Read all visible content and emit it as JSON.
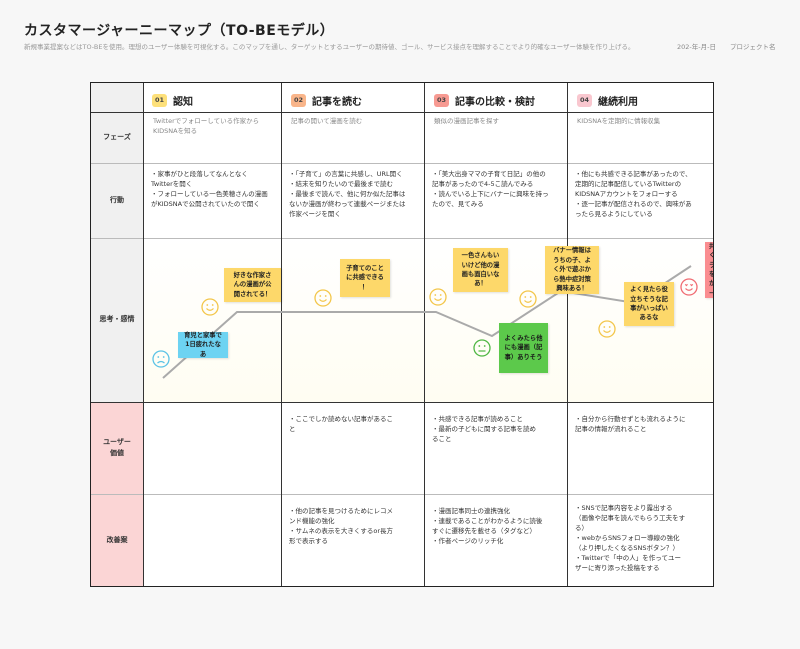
{
  "header": {
    "title": "カスタマージャーニーマップ（TO-BEモデル）",
    "subtitle": "新規事業提案などはTO-BEを使用。理想のユーザー体験を可視化する。このマップを通し、ターゲットとするユーザーの期待値、ゴール、サービス接点を理解することでより的確なユーザー体験を作り上げる。",
    "date": "202-年-月-日",
    "project": "プロジェクト名"
  },
  "phases": [
    {
      "num": "01",
      "name": "認知",
      "color": "#fde07a"
    },
    {
      "num": "02",
      "name": "記事を読む",
      "color": "#f9b58a"
    },
    {
      "num": "03",
      "name": "記事の比較・検討",
      "color": "#f79a92"
    },
    {
      "num": "04",
      "name": "継続利用",
      "color": "#f9c7cf"
    }
  ],
  "row_labels": {
    "phase": "フェーズ",
    "action": "行動",
    "emotion": "思考・感情",
    "value": "ユーザー\n価値",
    "improve": "改善案"
  },
  "phase_desc": [
    [
      "Twitterでフォローしている作家から",
      "KIDSNAを知る"
    ],
    [
      "記事の開いて漫画を読む"
    ],
    [
      "類似の漫画記事を探す"
    ],
    [
      "KIDSNAを定期的に情報収集"
    ]
  ],
  "actions": [
    [
      "・家事がひと段落してなんとなく",
      "Twitterを開く",
      "・フォローしている一色美穂さんの漫画",
      "がKIDSNAで公開されていたので開く"
    ],
    [
      "・「子育て」の言葉に共感し、URL開く",
      "・結末を知りたいので最後まで読む",
      "・最後まで読んで、他に何か似た記事は",
      "ないか漫画が終わって連載ページまたは",
      "作家ページを開く"
    ],
    [
      "・「美大出身ママの子育て日記」の他の",
      "記事があったので4-5こ読んでみる",
      "・読んでいる上下にバナーに興味を持っ",
      "たので、見てみる"
    ],
    [
      "・他にも共感できる記事があったので、",
      "定期的に記事配信しているTwitterの",
      "KIDSNAアカウントをフォローする",
      "・逐一記事が配信されるので、興味があ",
      "ったら見るようにしている"
    ]
  ],
  "emotions": [
    {
      "text": "育児と家事で\n1日疲れたなあ",
      "color": "blue"
    },
    {
      "text": "好きな作家さ\nんの漫画が公\n開されてる！",
      "color": "yellow"
    },
    {
      "text": "子育てのこと\nに共感できる\n！",
      "color": "yellow"
    },
    {
      "text": "一色さんもい\nいけど他の漫\n画も面白いな\nあ！",
      "color": "yellow"
    },
    {
      "text": "よくみたら他\nにも漫画（記\n事）ありそう",
      "color": "green"
    },
    {
      "text": "バナー情報は\nうちの子、よ\nく外で遊ぶか\nら熱中症対策\n興味ある！",
      "color": "yellow"
    },
    {
      "text": "よく見たら役\n立ちそうな記\n事がいっぱい\nあるな",
      "color": "yellow"
    },
    {
      "text": "共感できる記事がた\nくさんある！タイム\nラインで就業に情報\nを得ることができる\nからTwitterフォロ\nーしよう！",
      "color": "pink"
    }
  ],
  "values": [
    [],
    [
      "・ここでしか読めない記事があるこ",
      "と"
    ],
    [
      "・共感できる記事が読めること",
      "・最新の子どもに関する記事を読め",
      "ること"
    ],
    [
      "・自分から行動せずとも流れるように",
      "記事の情報が流れること"
    ]
  ],
  "improvements": [
    [],
    [
      "・他の記事を見つけるためにレコメ",
      "ンド機能の強化",
      "・サムネの表示を大きくするor長方",
      "形で表示する"
    ],
    [
      "・漫画記事同士の連携強化",
      "・連載であることがわかるように読後",
      "すぐに遷移先を載せる（タグなど）",
      "・作者ページのリッチ化"
    ],
    [
      "・SNSで記事内容をより露出する",
      "（画像や記事を読んでもらう工夫をす",
      "る）",
      "・webからSNSフォロー導線の強化",
      "（より押したくなるSNSボタン？）",
      "・Twitterで「中の人」を作ってユー",
      "ザーに寄り添った投稿をする"
    ]
  ],
  "icons": {
    "sad": "sad-face-icon",
    "smile": "smile-face-icon",
    "neutral": "neutral-face-icon",
    "love": "heart-eyes-face-icon"
  }
}
